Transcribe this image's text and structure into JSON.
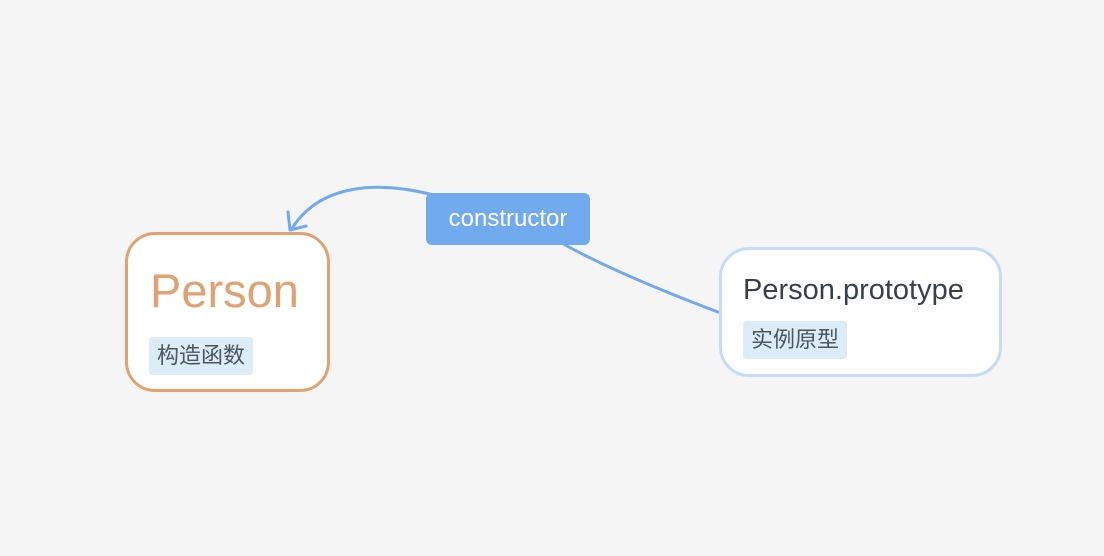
{
  "diagram": {
    "nodes": [
      {
        "id": "person",
        "title": "Person",
        "tag": "构造函数",
        "border_color": "#e0a272",
        "title_color": "#e0a272"
      },
      {
        "id": "prototype",
        "title": "Person.prototype",
        "tag": "实例原型",
        "border_color": "#c3dcf8",
        "title_color": "#3a3f47"
      }
    ],
    "edges": [
      {
        "from": "prototype",
        "to": "person",
        "label": "constructor",
        "color": "#72aaf0"
      }
    ]
  }
}
